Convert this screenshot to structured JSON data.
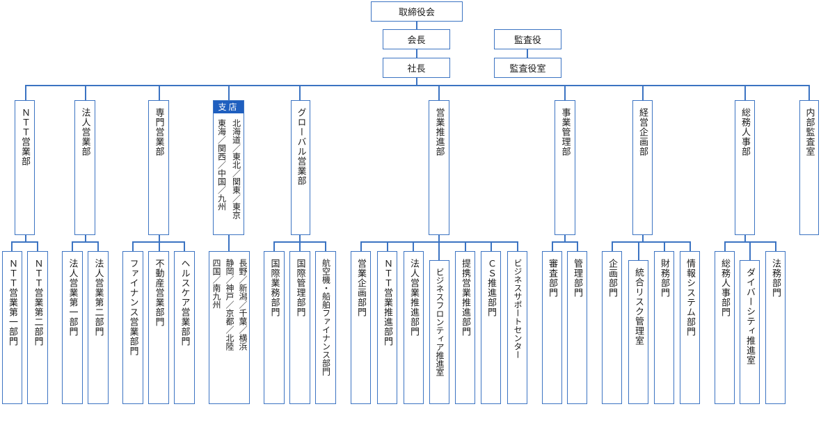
{
  "top": {
    "board": "取締役会",
    "chairman": "会長",
    "president": "社長",
    "auditor": "監査役",
    "audit_office": "監査役室"
  },
  "divisions": {
    "ntt_sales": "ＮＴＴ営業部",
    "corp_sales": "法人営業部",
    "special_sales": "専門営業部",
    "branch_tag": "支店",
    "branch_col1": "北海道／東北／関東／東京",
    "branch_col2": "東海／関西／中国／九州",
    "global_sales": "グローバル営業部",
    "sales_promo": "営業推進部",
    "biz_mgmt": "事業管理部",
    "corp_planning": "経営企画部",
    "general_hr": "総務人事部",
    "internal_audit": "内部監査室"
  },
  "sub": {
    "ntt1": "ＮＴＴ営業第一部門",
    "ntt2": "ＮＴＴ営業第二部門",
    "corp1": "法人営業第一部門",
    "corp2": "法人営業第二部門",
    "finance": "ファイナンス営業部門",
    "realestate": "不動産営業部門",
    "healthcare": "ヘルスケア営業部門",
    "branch_sub1": "長野／新潟／千葉／横浜",
    "branch_sub2": "静岡／神戸／京都／北陸",
    "branch_sub3": "四国／南九州",
    "intl_business": "国際業務部門",
    "intl_mgmt": "国際管理部門",
    "aviation": "航空機・船舶ファイナンス部門",
    "sales_planning": "営業企画部門",
    "ntt_promo": "ＮＴＴ営業推進部門",
    "corp_promo": "法人営業推進部門",
    "biz_frontier": "ビジネスフロンティア推進室",
    "alliance_promo": "提携営業推進部門",
    "cs_promo": "ＣＳ推進部門",
    "biz_support": "ビジネスサポートセンター",
    "review": "審査部門",
    "mgmt": "管理部門",
    "planning": "企画部門",
    "risk_mgmt": "統合リスク管理室",
    "finance_dept": "財務部門",
    "it_dept": "情報システム部門",
    "ga_hr_dept": "総務人事部門",
    "diversity": "ダイバーシティ推進室",
    "legal": "法務部門"
  },
  "colors": {
    "line": "#3b73c2",
    "tag_bg": "#1f5fbf"
  }
}
